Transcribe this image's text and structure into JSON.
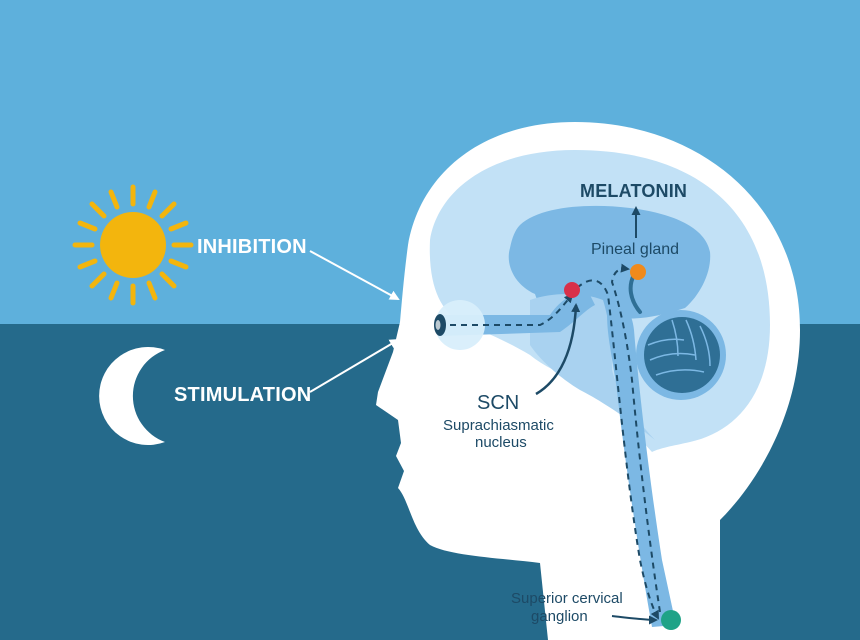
{
  "labels": {
    "inhibition": "INHIBITION",
    "stimulation": "STIMULATION",
    "melatonin": "MELATONIN",
    "pineal_gland": "Pineal gland",
    "scn": "SCN",
    "scn_line1": "Suprachiasmatic",
    "scn_line2": "nucleus",
    "ganglion_line1": "Superior cervical",
    "ganglion_line2": "ganglion"
  },
  "colors": {
    "day_sky": "#5eb0dc",
    "night_sky": "#256a8b",
    "sun": "#f3b50d",
    "moon": "#ffffff",
    "head": "#ffffff",
    "brain_light": "#c2e1f6",
    "brain_mid": "#7cb8e4",
    "brain_dark": "#2f6f95",
    "label_dark": "#1d4a66",
    "scn_dot": "#d8304a",
    "pineal_dot": "#f08a1c",
    "ganglion_dot": "#1fa387"
  },
  "icons": {
    "sun": "sun-icon",
    "moon": "moon-icon",
    "eye": "eye-icon"
  }
}
